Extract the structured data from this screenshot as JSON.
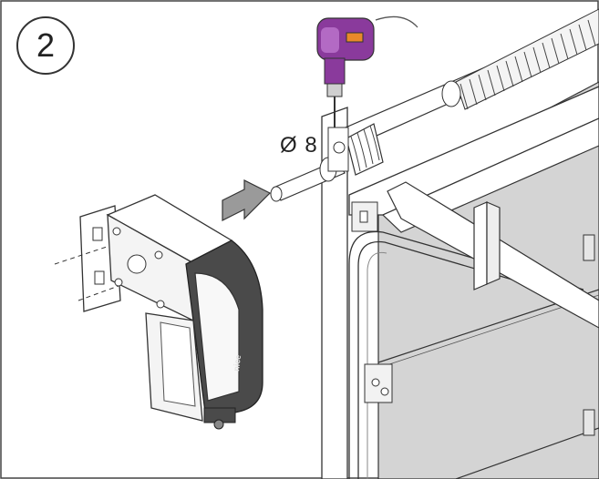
{
  "step": {
    "number": "2"
  },
  "drill_hole": {
    "label": "Ø 8"
  },
  "motor": {
    "brand": "nice"
  },
  "colors": {
    "drill_body": "#8a3a9c",
    "drill_trigger": "#e8892a",
    "door_panel": "#d4d4d4",
    "motor_shadow": "#4a4a4a",
    "arrow_fill": "#9a9a9a"
  },
  "icons": {
    "drill": "power-drill-icon",
    "arrow": "right-arrow-icon"
  }
}
